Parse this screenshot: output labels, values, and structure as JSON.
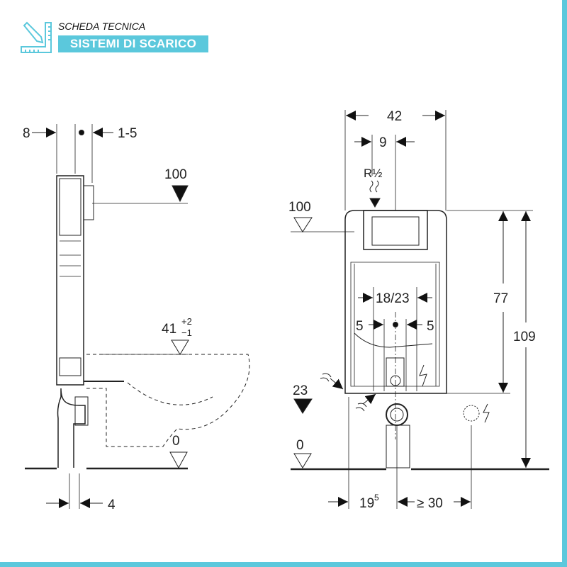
{
  "header": {
    "subtitle": "SCHEDA TECNICA",
    "badge": "SISTEMI DI SCARICO",
    "accent_color": "#5bc8dc"
  },
  "side_view": {
    "dim_wall_offset": "8",
    "dim_adjust": "1-5",
    "level_top": "100",
    "level_seat": "41",
    "level_seat_tol_plus": "+2",
    "level_seat_tol_minus": "−1",
    "level_floor": "0",
    "dim_pipe": "4"
  },
  "front_view": {
    "dim_width": "42",
    "dim_supply_offset": "9",
    "supply_label": "R½",
    "level_top": "100",
    "dim_bolts": "18/23",
    "dim_left": "5",
    "dim_right": "5",
    "dim_height_frame": "77",
    "dim_height_total": "109",
    "level_drain": "23",
    "level_floor": "0",
    "dim_drain_offset": "19",
    "dim_drain_offset_sup": "5",
    "dim_socket": "≥ 30"
  }
}
